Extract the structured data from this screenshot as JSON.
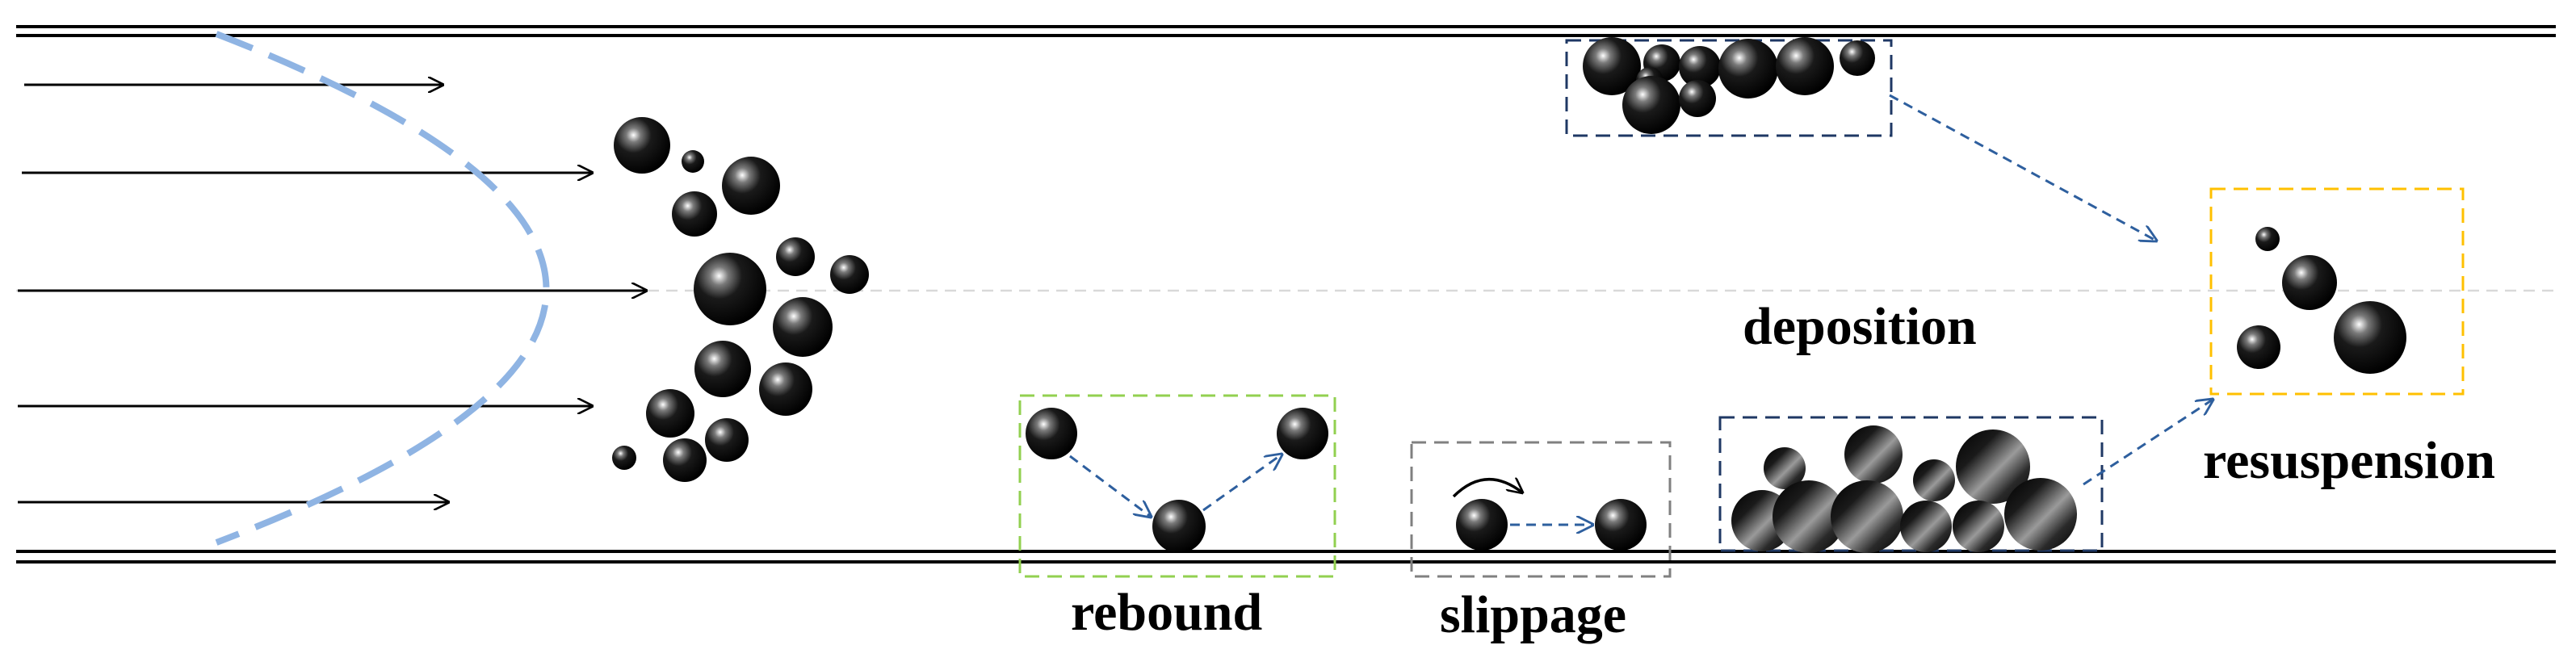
{
  "labels": {
    "deposition": "deposition",
    "resuspension": "resuspension",
    "rebound": "rebound",
    "slippage": "slippage"
  },
  "colors": {
    "wall": "#000000",
    "flow_arrow": "#000000",
    "velocity_profile": "#8fb4e3",
    "transport_arrow": "#2e5f9e",
    "centerline": "#d9d9d9",
    "rebound_box": "#92d050",
    "slippage_box": "#808080",
    "deposition_box": "#1f3864",
    "resuspension_box": "#ffc000"
  }
}
